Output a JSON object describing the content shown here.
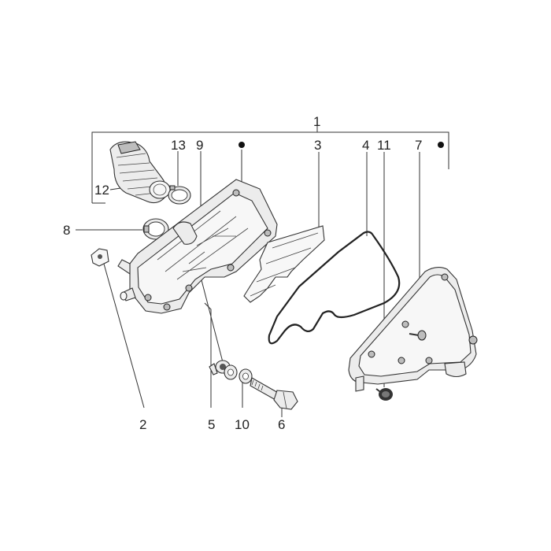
{
  "callouts": {
    "c1": "1",
    "c2": "2",
    "c3": "3",
    "c4": "4",
    "c5": "5",
    "c6": "6",
    "c7": "7",
    "c8": "8",
    "c9": "9",
    "c10": "10",
    "c11": "11",
    "c12": "12",
    "c13": "13"
  },
  "markers": {
    "bullet_color": "#111111"
  },
  "colors": {
    "line": "#333333",
    "part_fill": "#ececec",
    "background": "#ffffff"
  }
}
